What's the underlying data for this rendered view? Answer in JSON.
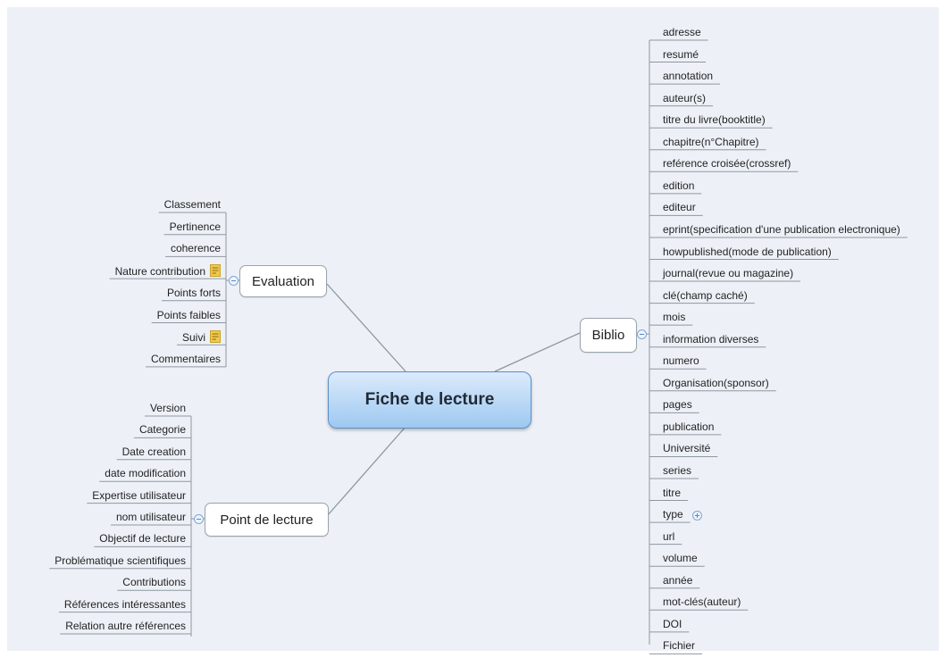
{
  "central": "Fiche de lecture",
  "evaluation": {
    "label": "Evaluation",
    "items": [
      {
        "label": "Classement"
      },
      {
        "label": "Pertinence"
      },
      {
        "label": "coherence"
      },
      {
        "label": "Nature contribution",
        "note": true
      },
      {
        "label": "Points forts"
      },
      {
        "label": "Points faibles"
      },
      {
        "label": "Suivi",
        "note": true
      },
      {
        "label": "Commentaires"
      }
    ]
  },
  "point": {
    "label": "Point de lecture",
    "items": [
      {
        "label": "Version"
      },
      {
        "label": "Categorie"
      },
      {
        "label": "Date creation"
      },
      {
        "label": "date modification"
      },
      {
        "label": "Expertise utilisateur"
      },
      {
        "label": "nom utilisateur"
      },
      {
        "label": "Objectif de lecture"
      },
      {
        "label": "Problématique scientifiques"
      },
      {
        "label": "Contributions"
      },
      {
        "label": "Références intéressantes"
      },
      {
        "label": "Relation autre références"
      }
    ]
  },
  "biblio": {
    "label": "Biblio",
    "items": [
      {
        "label": "adresse"
      },
      {
        "label": "resumé"
      },
      {
        "label": "annotation"
      },
      {
        "label": "auteur(s)"
      },
      {
        "label": "titre du livre(booktitle)"
      },
      {
        "label": "chapitre(n°Chapitre)"
      },
      {
        "label": "reférence croisée(crossref)"
      },
      {
        "label": "edition"
      },
      {
        "label": "editeur"
      },
      {
        "label": "eprint(specification d'une publication electronique)"
      },
      {
        "label": "howpublished(mode de publication)"
      },
      {
        "label": "journal(revue ou magazine)"
      },
      {
        "label": "clé(champ caché)"
      },
      {
        "label": "mois"
      },
      {
        "label": "information diverses"
      },
      {
        "label": "numero"
      },
      {
        "label": "Organisation(sponsor)"
      },
      {
        "label": "pages"
      },
      {
        "label": "publication"
      },
      {
        "label": "Université"
      },
      {
        "label": "series"
      },
      {
        "label": "titre"
      },
      {
        "label": "type",
        "collapsed": true
      },
      {
        "label": "url"
      },
      {
        "label": "volume"
      },
      {
        "label": "année"
      },
      {
        "label": "mot-clés(auteur)"
      },
      {
        "label": "DOI"
      },
      {
        "label": "Fichier"
      }
    ]
  },
  "colors": {
    "background": "#edf1f7",
    "line": "#8e979f",
    "central_top": "#dcebfb",
    "central_bottom": "#9ec8f1",
    "note": "#f2c94c"
  }
}
